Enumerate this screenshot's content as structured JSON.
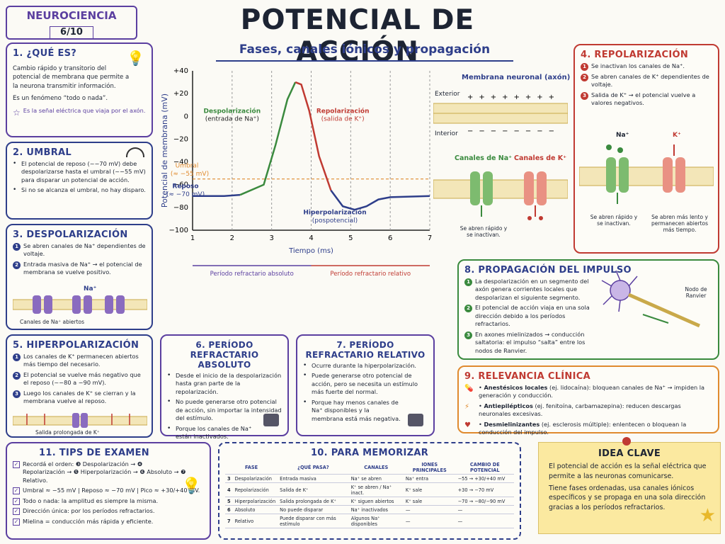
{
  "series_tag": {
    "name": "NEUROCIENCIA",
    "page": "6/10"
  },
  "title": "POTENCIAL DE ACCIÓN",
  "subtitle": "Fases, canales iónicos y propagación",
  "que_es": {
    "title": "1. ¿QUÉ ES?",
    "p1": "Cambio rápido y transitorio del potencial de membrana que permite a la neurona transmitir información.",
    "p2": "Es un fenómeno “todo o nada”.",
    "star": "Es la señal eléctrica que viaja por el axón."
  },
  "umbral": {
    "title": "2. UMBRAL",
    "items": [
      "El potencial de reposo (~−70 mV) debe despolarizarse hasta el umbral (~−55 mV) para disparar un potencial de acción.",
      "Si no se alcanza el umbral, no hay disparo."
    ]
  },
  "despol": {
    "title": "3. DESPOLARIZACIÓN",
    "items": [
      "Se abren canales de Na⁺ dependientes de voltaje.",
      "Entrada masiva de Na⁺ → el potencial de membrana se vuelve positivo."
    ],
    "ion": "Na⁺",
    "caption": "Canales de Na⁺ abiertos"
  },
  "hiper": {
    "title": "5. HIPERPOLARIZACIÓN",
    "items": [
      "Los canales de K⁺ permanecen abiertos más tiempo del necesario.",
      "El potencial se vuelve más negativo que el reposo (~−80 a −90 mV).",
      "Luego los canales de K⁺ se cierran y la membrana vuelve al reposo."
    ],
    "caption": "Salida prolongada de K⁺"
  },
  "tips": {
    "title": "11. TIPS DE EXAMEN",
    "items": [
      "Recordá el orden: ❸ Despolarización → ❹ Repolarización → ❺ Hiperpolarización → ❻ Absoluto → ❼ Relativo.",
      "Umbral ≈ −55 mV | Reposo ≈ −70 mV | Pico ≈ +30/+40 mV.",
      "Todo o nada: la amplitud es siempre la misma.",
      "Dirección única: por los períodos refractarios.",
      "Mielina = conducción más rápida y eficiente."
    ]
  },
  "chart_data": {
    "type": "line",
    "ylabel": "Potencial de membrana (mV)",
    "xlabel": "Tiempo (ms)",
    "xlim": [
      1,
      7
    ],
    "ylim": [
      -100,
      40
    ],
    "xticks": [
      "1",
      "2",
      "3",
      "4",
      "5",
      "6",
      "7"
    ],
    "yticks": [
      "+40",
      "+20",
      "0",
      "−20",
      "−40",
      "−60",
      "−80",
      "−100"
    ],
    "series": [
      {
        "x": [
          1,
          1.8,
          2.2,
          2.8,
          3.1,
          3.4,
          3.6,
          3.75,
          3.95,
          4.2,
          4.5,
          4.8,
          5.1,
          5.4,
          5.7,
          6,
          7
        ],
        "y": [
          -70,
          -70,
          -69,
          -60,
          -25,
          15,
          30,
          28,
          5,
          -35,
          -65,
          -79,
          -82,
          -79,
          -73,
          -71,
          -70
        ]
      }
    ],
    "threshold": -55,
    "labels": {
      "umbral": "Umbral",
      "umbral2": "(≈ −55 mV)",
      "reposo": "Reposo",
      "reposo2": "(≈ −70 mV)",
      "despol": "Despolarización",
      "despol2": "(entrada de Na⁺)",
      "repol": "Repolarización",
      "repol2": "(salida de K⁺)",
      "hiper": "Hiperpolarización",
      "hiper2": "(pospotencial)"
    },
    "periods": {
      "abs": "Período refractario absoluto",
      "rel": "Período refractario relativo"
    }
  },
  "membrane": {
    "title": "Membrana neuronal (axón)",
    "exterior": "Exterior",
    "interior": "Interior",
    "na_label": "Canales de Na⁺",
    "k_label": "Canales de K⁺",
    "na_caption": "Se abren rápido y se inactivan."
  },
  "repol": {
    "title": "4. REPOLARIZACIÓN",
    "items": [
      "Se inactivan los canales de Na⁺.",
      "Se abren canales de K⁺ dependientes de voltaje.",
      "Salida de K⁺ → el potencial vuelve a valores negativos."
    ],
    "na": "Na⁺",
    "k": "K⁺",
    "cap_na": "Se abren rápido y se inactivan.",
    "cap_k": "Se abren más lento y permanecen abiertos más tiempo."
  },
  "prop": {
    "title": "8. PROPAGACIÓN DEL IMPULSO",
    "items": [
      "La despolarización en un segmento del axón genera corrientes locales que despolarizan el siguiente segmento.",
      "El potencial de acción viaja en una sola dirección debido a los períodos refractarios.",
      "En axones mielinizados → conducción saltatoria: el impulso “salta” entre los nodos de Ranvier."
    ],
    "node": "Nodo de Ranvier"
  },
  "clin": {
    "title": "9. RELEVANCIA CLÍNICA",
    "items": [
      {
        "b": "Anestésicos locales",
        "t": " (ej. lidocaína): bloquean canales de Na⁺ → impiden la generación y conducción."
      },
      {
        "b": "Antiepilépticos",
        "t": " (ej. fenitoína, carbamazepina): reducen descargas neuronales excesivas."
      },
      {
        "b": "Desmielinizantes",
        "t": " (ej. esclerosis múltiple): enlentecen o bloquean la conducción del impulso."
      }
    ]
  },
  "abs": {
    "title": "6. PERÍODO REFRACTARIO ABSOLUTO",
    "items": [
      "Desde el inicio de la despolarización hasta gran parte de la repolarización.",
      "No puede generarse otro potencial de acción, sin importar la intensidad del estímulo.",
      "Porque los canales de Na⁺ están inactivados."
    ]
  },
  "rel": {
    "title": "7. PERÍODO REFRACTARIO RELATIVO",
    "items": [
      "Ocurre durante la hiperpolarización.",
      "Puede generarse otro potencial de acción, pero se necesita un estímulo más fuerte del normal.",
      "Porque hay menos canales de Na⁺ disponibles y la membrana está más negativa."
    ]
  },
  "memo": {
    "title": "10. PARA MEMORIZAR",
    "headers": [
      "FASE",
      "¿QUÉ PASA?",
      "CANALES",
      "IONES PRINCIPALES",
      "CAMBIO DE POTENCIAL"
    ],
    "rows": [
      [
        "3",
        "Despolarización",
        "Entrada masiva",
        "Na⁺ se abren",
        "Na⁺ entra",
        "−55 → +30/+40 mV"
      ],
      [
        "4",
        "Repolarización",
        "Salida de K⁺",
        "K⁺ se abren / Na⁺ inact.",
        "K⁺ sale",
        "+30 → −70 mV"
      ],
      [
        "5",
        "Hiperpolarización",
        "Salida prolongada de K⁺",
        "K⁺ siguen abiertos",
        "K⁺ sale",
        "−70 → −80/−90 mV"
      ],
      [
        "6",
        "Absoluto",
        "No puede disparar",
        "Na⁺ inactivados",
        "—",
        "—"
      ],
      [
        "7",
        "Relativo",
        "Puede disparar con más estímulo",
        "Algunos Na⁺ disponibles",
        "—",
        "—"
      ]
    ]
  },
  "idea": {
    "title": "IDEA CLAVE",
    "p1": "El potencial de acción es la señal eléctrica que permite a las neuronas comunicarse.",
    "p2": "Tiene fases ordenadas, usa canales iónicos específicos y se propaga en una sola dirección gracias a los períodos refractarios."
  },
  "colors": {
    "navy": "#2e3e8a",
    "purple": "#5b3fa0",
    "red": "#c03a32",
    "green": "#3a8a3e",
    "orange": "#e08a2e"
  }
}
